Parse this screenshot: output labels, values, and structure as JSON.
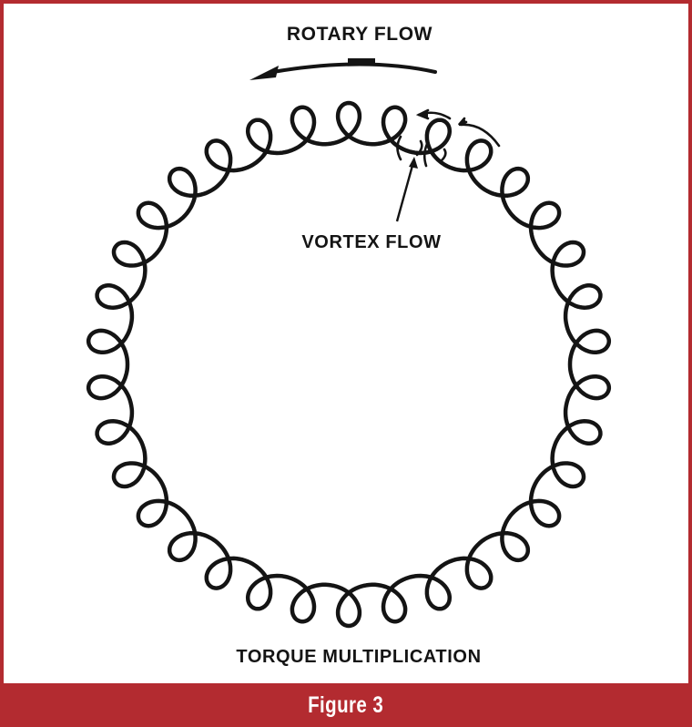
{
  "diagram": {
    "title": "Rotary Flow and Vortex Flow in Torque Converter",
    "labels": {
      "rotary_flow": "ROTARY FLOW",
      "vortex_flow": "VORTEX FLOW",
      "caption": "TORQUE MULTIPLICATION"
    },
    "ring": {
      "loop_count": 34,
      "loop_direction": "inward"
    },
    "arrows": {
      "rotary_flow_direction": "counterclockwise",
      "vortex_flow_pointer": "points to vortex loop at top of ring"
    }
  },
  "figure": {
    "label": "Figure 3"
  },
  "colors": {
    "accent": "#b32b30",
    "ink": "#141414",
    "background": "#ffffff",
    "caption_text": "#ffffff"
  }
}
